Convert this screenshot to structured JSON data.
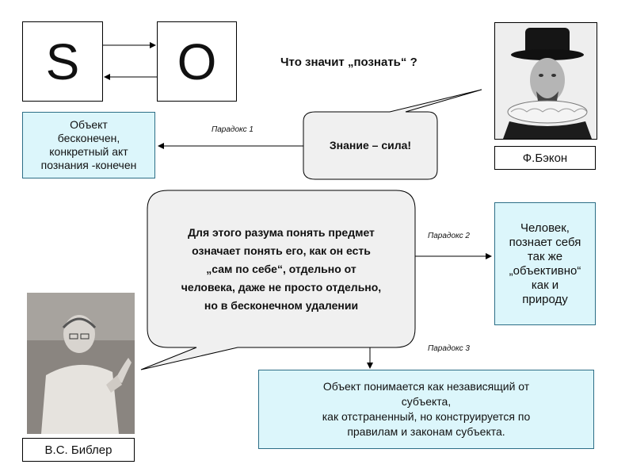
{
  "subject": {
    "letter": "S"
  },
  "object": {
    "letter": "O"
  },
  "question": "Что значит „познать“ ?",
  "bacon": {
    "quote": "Знание – сила!",
    "caption": "Ф.Бэкон"
  },
  "paradox_1": {
    "label": "Парадокс 1",
    "text_lines": [
      "Объект",
      "бесконечен,",
      "конкретный акт",
      "познания -конечен"
    ]
  },
  "paradox_2": {
    "label": "Парадокс 2",
    "text_lines": [
      "Человек,",
      "познает себя",
      "так же",
      "„объективно“",
      "как и",
      "природу"
    ]
  },
  "paradox_3": {
    "label": "Парадокс 3",
    "text_lines": [
      "Объект понимается как независящий от",
      "субъекта,",
      "как отстраненный, но конструируется по",
      "правилам и законам субъекта."
    ]
  },
  "bibler": {
    "quote_lines": [
      "Для этого разума понять предмет",
      "означает понять его, как он есть",
      "„сам по себе“, отдельно от",
      "человека, даже не просто отдельно,",
      "но в бесконечном удалении"
    ],
    "caption": "В.С. Библер"
  },
  "colors": {
    "accent_fill": "#dcf6fb",
    "accent_border": "#2c6e86",
    "bubble_fill": "#f0f0f0"
  }
}
